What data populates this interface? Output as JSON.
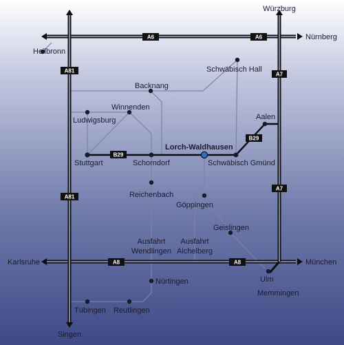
{
  "map": {
    "places": {
      "wuerzburg": "Würzburg",
      "heilbronn": "Heilbronn",
      "nuernberg": "Nürnberg",
      "schwaebisch_hall": "Schwäbisch Hall",
      "backnang": "Backnang",
      "winnenden": "Winnenden",
      "ludwigsburg": "Ludwigsburg",
      "aalen": "Aalen",
      "stuttgart": "Stuttgart",
      "schorndorf": "Schorndorf",
      "lorch_waldhausen": "Lorch-Waldhausen",
      "schwaebisch_gmuend": "Schwäbisch Gmünd",
      "reichenbach": "Reichenbach",
      "goeppingen": "Göppingen",
      "geislingen": "Geislingen",
      "ausfahrt_wendlingen": [
        "Ausfahrt",
        "Wendlingen"
      ],
      "ausfahrt_aichelberg": [
        "Ausfahrt",
        "Aichelberg"
      ],
      "karlsruhe": "Karlsruhe",
      "muenchen": "München",
      "nuertingen": "Nürtingen",
      "ulm": "Ulm",
      "memmingen": "Memmingen",
      "tuebingen": "Tübingen",
      "reutlingen": "Reutlingen",
      "singen": "Singen"
    },
    "roads": {
      "a6_west": "A6",
      "a6_east": "A6",
      "a81_north": "A81",
      "a81_south": "A81",
      "a7_north": "A7",
      "a7_south": "A7",
      "a8_west": "A8",
      "a8_east": "A8",
      "b29_west": "B29",
      "b29_east": "B29"
    },
    "colors": {
      "motorway": "#0d0d14",
      "minor_road": "#7c82a6",
      "highlight_dot": "#2f6fd0",
      "shield": "#111111"
    }
  }
}
